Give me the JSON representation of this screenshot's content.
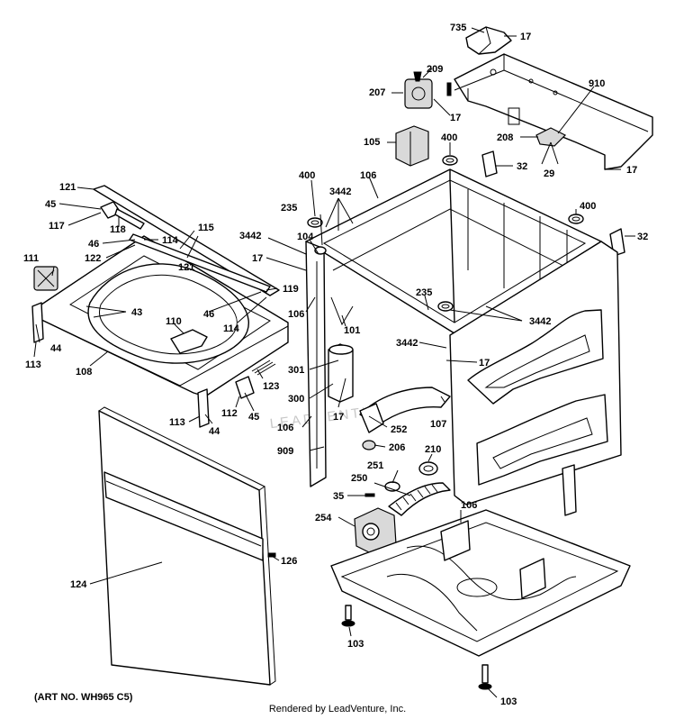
{
  "callouts": [
    "735",
    "17",
    "209",
    "207",
    "17",
    "910",
    "105",
    "400",
    "208",
    "29",
    "17",
    "32",
    "121",
    "45",
    "117",
    "118",
    "46",
    "114",
    "115",
    "122",
    "111",
    "121",
    "43",
    "46",
    "114",
    "119",
    "110",
    "113",
    "44",
    "108",
    "123",
    "112",
    "45",
    "113",
    "44",
    "124",
    "126",
    "400",
    "106",
    "235",
    "3442",
    "3442",
    "104",
    "17",
    "106",
    "400",
    "32",
    "101",
    "235",
    "3442",
    "3442",
    "17",
    "301",
    "300",
    "17",
    "106",
    "252",
    "107",
    "909",
    "206",
    "210",
    "251",
    "250",
    "35",
    "254",
    "106",
    "103",
    "103"
  ],
  "watermark": "LEADVENTURE",
  "art_number": "(ART NO. WH965 C5)",
  "credit": "Rendered by LeadVenture, Inc."
}
